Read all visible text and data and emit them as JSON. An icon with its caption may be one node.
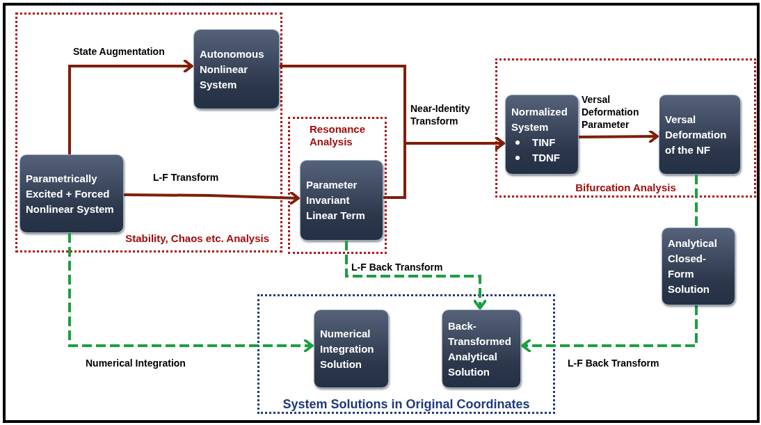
{
  "diagram": {
    "nodes": [
      {
        "text": [
          "Stability, Chaos etc. Analysis"
        ]
      },
      {
        "text": [
          "Parametrically Excited + Forced Nonlinear System"
        ],
        "in": 0
      },
      {
        "text": [
          "Autonomous Nonlinear System"
        ],
        "in": 0
      },
      {
        "text": [
          "Resonance Analysis"
        ]
      },
      {
        "text": [
          "Parameter Invariant Linear Term"
        ],
        "in": 3
      },
      {
        "text": [
          "Bifurcation Analysis"
        ]
      },
      {
        "text": [
          "Normalized System",
          "TINF",
          "TDNF"
        ],
        "in": 5
      },
      {
        "text": [
          "Versal Deformation of the NF"
        ],
        "in": 5
      },
      {
        "text": [
          "Analytical Closed-Form Solution"
        ]
      },
      {
        "text": [
          "System Solutions in Original Coordinates"
        ]
      },
      {
        "text": [
          "Numerical Integration Solution"
        ],
        "in": 9
      },
      {
        "text": [
          "Back-Transformed Analytical Solution"
        ],
        "in": 9
      }
    ],
    "edges": [
      {
        "from": 1,
        "to": 2,
        "arrow": "to",
        "label": "State Augmentation"
      },
      {
        "from": 1,
        "to": 4,
        "arrow": "to",
        "label": "L-F Transform"
      },
      {
        "from": 2,
        "to": 6,
        "arrow": "to",
        "label": "Near-Identity Transform"
      },
      {
        "from": 4,
        "to": 6,
        "arrow": "to"
      },
      {
        "from": 6,
        "to": 7,
        "arrow": "to",
        "label": "Versal Deformation Parameter"
      },
      {
        "from": 7,
        "to": 8,
        "arrow": "none",
        "style": "dashed",
        "color": "#1aa040"
      },
      {
        "from": 4,
        "to": 11,
        "arrow": "to",
        "label": "L-F Back Transform",
        "style": "dashed",
        "color": "#1aa040"
      },
      {
        "from": 1,
        "to": 10,
        "arrow": "to",
        "label": "Numerical Integration",
        "style": "dashed",
        "color": "#1aa040"
      },
      {
        "from": 8,
        "to": 11,
        "arrow": "to",
        "label": "L-F Back Transform",
        "style": "dashed",
        "color": "#1aa040"
      }
    ]
  }
}
